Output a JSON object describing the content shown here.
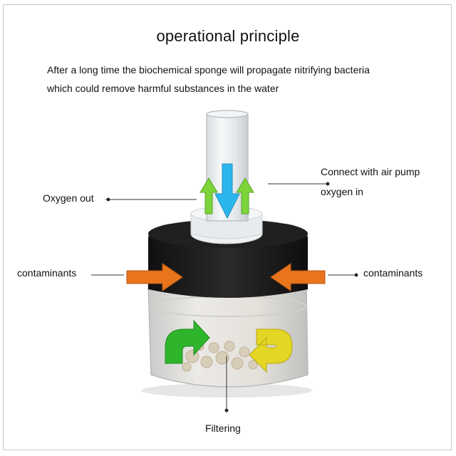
{
  "title": "operational principle",
  "description": {
    "line1": "After a long time the biochemical sponge will propagate nitrifying bacteria",
    "line2": "which could remove harmful substances in the water"
  },
  "labels": {
    "oxygen_out": "Oxygen out",
    "air_pump": "Connect with air pump",
    "oxygen_in": "oxygen in",
    "contaminants_left": "contaminants",
    "contaminants_right": "contaminants",
    "filtering": "Filtering"
  },
  "colors": {
    "sponge": "#1c1c1c",
    "arrow_orange": "#e8741c",
    "arrow_green": "#7cd43a",
    "arrow_blue": "#2cb6ee",
    "loop_green": "#2fb52c",
    "loop_yellow": "#e4d624"
  }
}
